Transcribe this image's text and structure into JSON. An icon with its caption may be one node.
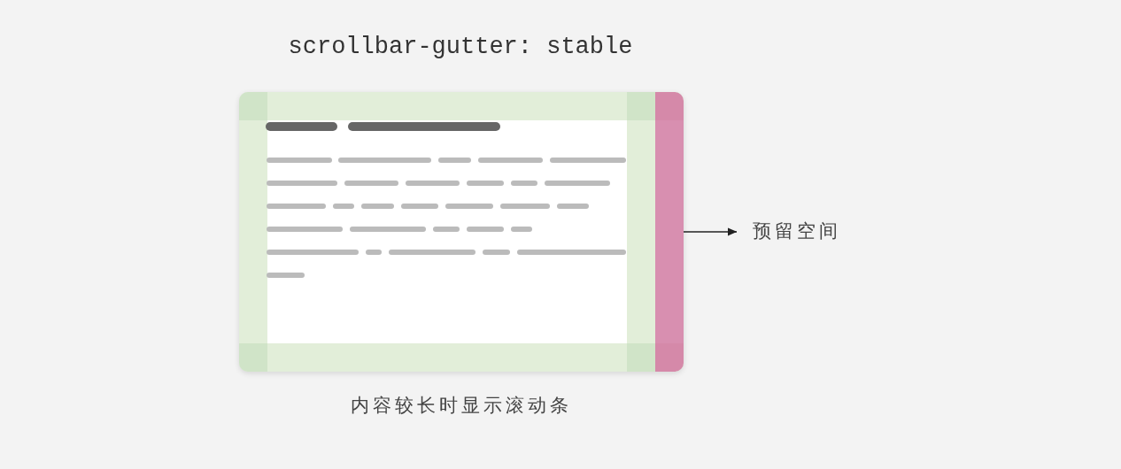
{
  "diagram": {
    "title": "scrollbar-gutter: stable",
    "nodes": [
      {
        "text": [],
        "shape": "box",
        "beside": [
          "内容较长时显示滚动条"
        ]
      },
      {
        "text": [],
        "shape": "bar",
        "in": 0
      },
      {
        "text": [
          "预留空间"
        ]
      }
    ],
    "edges": [
      {
        "from": 1,
        "to": 2,
        "arrow": "to"
      }
    ]
  }
}
